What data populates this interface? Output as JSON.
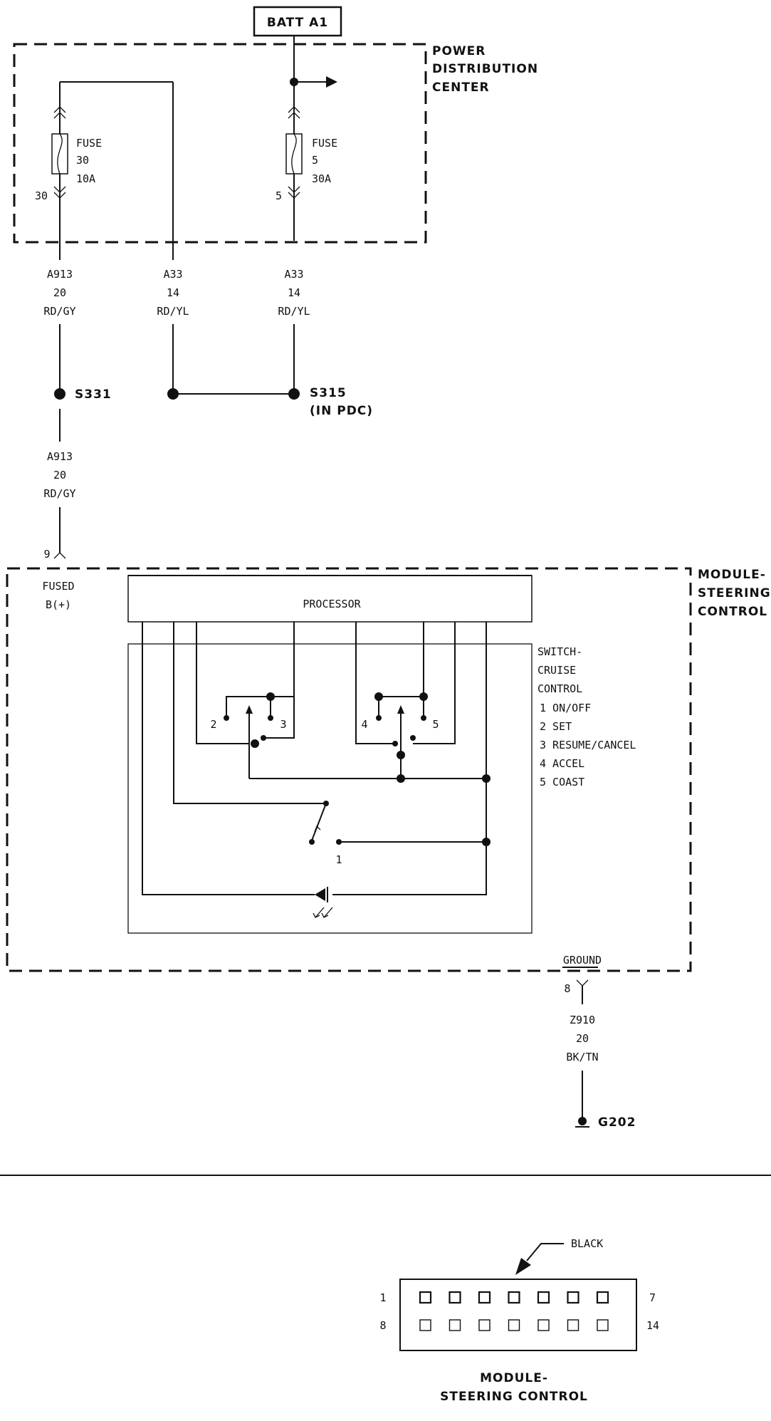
{
  "battery": "BATT A1",
  "pdc": {
    "line1": "POWER",
    "line2": "DISTRIBUTION",
    "line3": "CENTER"
  },
  "fuse30": {
    "word": "FUSE",
    "num": "30",
    "amps": "10A",
    "cavity": "30"
  },
  "fuse5": {
    "word": "FUSE",
    "num": "5",
    "amps": "30A",
    "cavity": "5"
  },
  "wires": {
    "w1": {
      "circuit": "A913",
      "gauge": "20",
      "color": "RD/GY"
    },
    "w2": {
      "circuit": "A33",
      "gauge": "14",
      "color": "RD/YL"
    },
    "w3": {
      "circuit": "A33",
      "gauge": "14",
      "color": "RD/YL"
    },
    "w4": {
      "circuit": "A913",
      "gauge": "20",
      "color": "RD/GY"
    },
    "w5": {
      "circuit": "Z910",
      "gauge": "20",
      "color": "BK/TN"
    }
  },
  "splices": {
    "s331": "S331",
    "s315": "S315",
    "s315_note": "(IN PDC)"
  },
  "module": {
    "line1": "MODULE-",
    "line2": "STEERING",
    "line3": "CONTROL",
    "pin_in": "9",
    "fused1": "FUSED",
    "fused2": "B(+)",
    "processor": "PROCESSOR",
    "ground_label": "GROUND",
    "ground_pin": "8"
  },
  "switch": {
    "title1": "SWITCH-",
    "title2": "CRUISE",
    "title3": "CONTROL",
    "items": [
      "1 ON/OFF",
      "2 SET",
      "3 RESUME/CANCEL",
      "4 ACCEL",
      "5 COAST"
    ],
    "n1": "1",
    "n2": "2",
    "n3": "3",
    "n4": "4",
    "n5": "5"
  },
  "ground": "G202",
  "connector": {
    "color_label": "BLACK",
    "pin_1": "1",
    "pin_7": "7",
    "pin_8": "8",
    "pin_14": "14",
    "title1": "MODULE-",
    "title2": "STEERING CONTROL"
  }
}
